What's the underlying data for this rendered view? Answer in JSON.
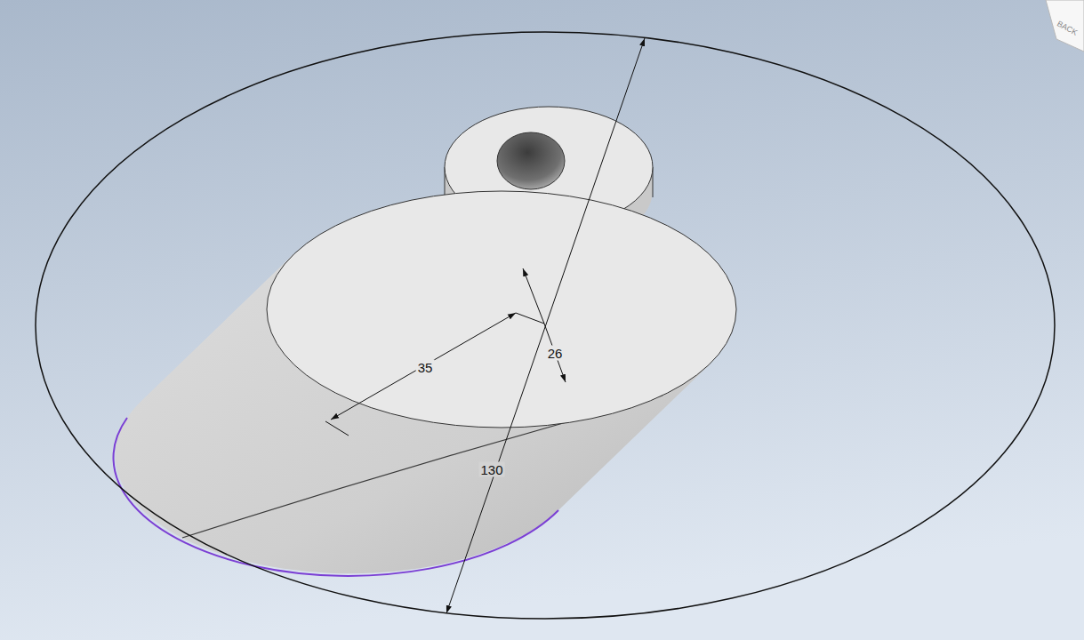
{
  "diagram": {
    "labels": [
      "35",
      "26",
      "130",
      "BACK"
    ]
  }
}
